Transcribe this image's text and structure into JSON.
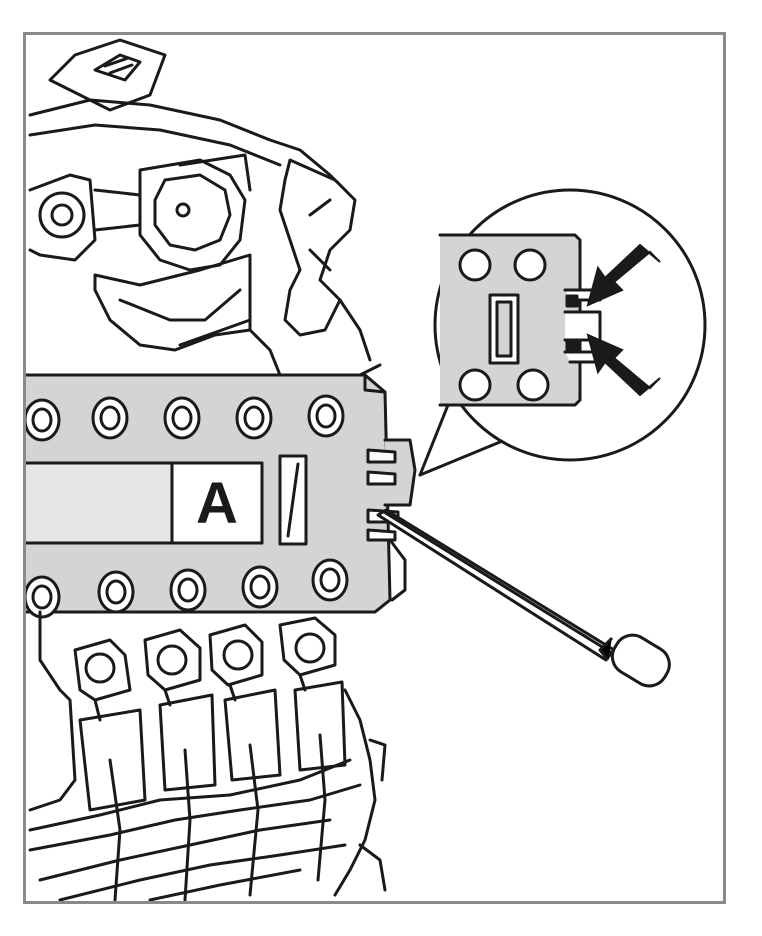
{
  "figure": {
    "label_a": "A",
    "colors": {
      "line": "#1a1a1a",
      "fill_gray": "#d4d4d4",
      "fill_light": "#e6e6e6",
      "frame": "#8a8a8a",
      "background": "#ffffff"
    },
    "icons": [
      "fuse-box-illustration",
      "screwdriver-icon",
      "arrow-icon",
      "magnified-detail-callout"
    ]
  }
}
